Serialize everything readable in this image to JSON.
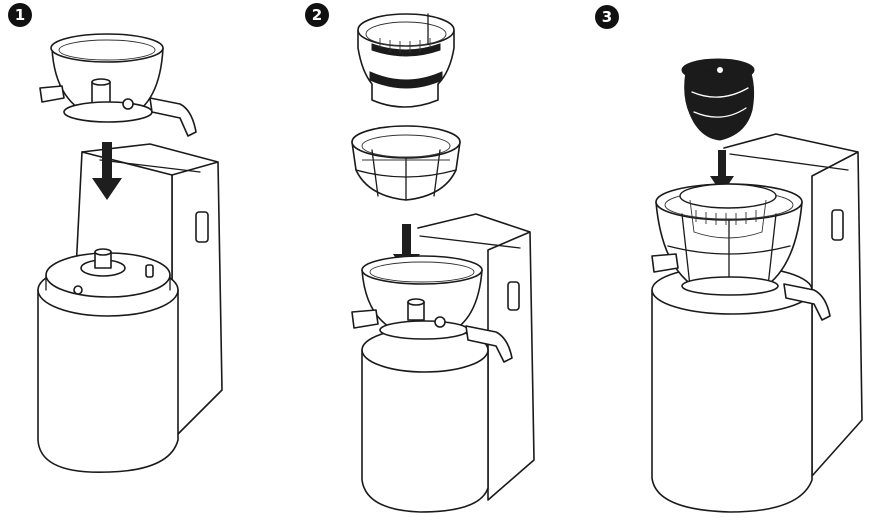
{
  "steps": [
    {
      "label": "1"
    },
    {
      "label": "2"
    },
    {
      "label": "3"
    }
  ],
  "colors": {
    "line": "#1a1a1a",
    "fill": "#ffffff",
    "badge": "#111111"
  },
  "icons": {
    "step_badge": "filled-circle-number",
    "insert_arrow": "arrow-down-icon"
  }
}
